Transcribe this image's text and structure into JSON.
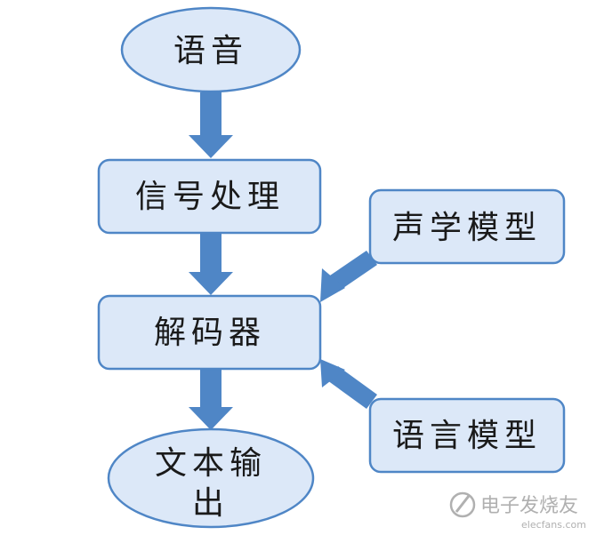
{
  "nodes": {
    "speech": {
      "label": "语音"
    },
    "signal_processing": {
      "label": "信号处理"
    },
    "acoustic_model": {
      "label": "声学模型"
    },
    "decoder": {
      "label": "解码器"
    },
    "language_model": {
      "label": "语言模型"
    },
    "text_output": {
      "line1": "文本输",
      "line2": "出"
    }
  },
  "watermark": {
    "text": "电子发烧友",
    "url": "elecfans.com"
  },
  "colors": {
    "node_fill": "#dce8f8",
    "node_stroke": "#4f86c6",
    "arrow": "#4f86c6"
  }
}
